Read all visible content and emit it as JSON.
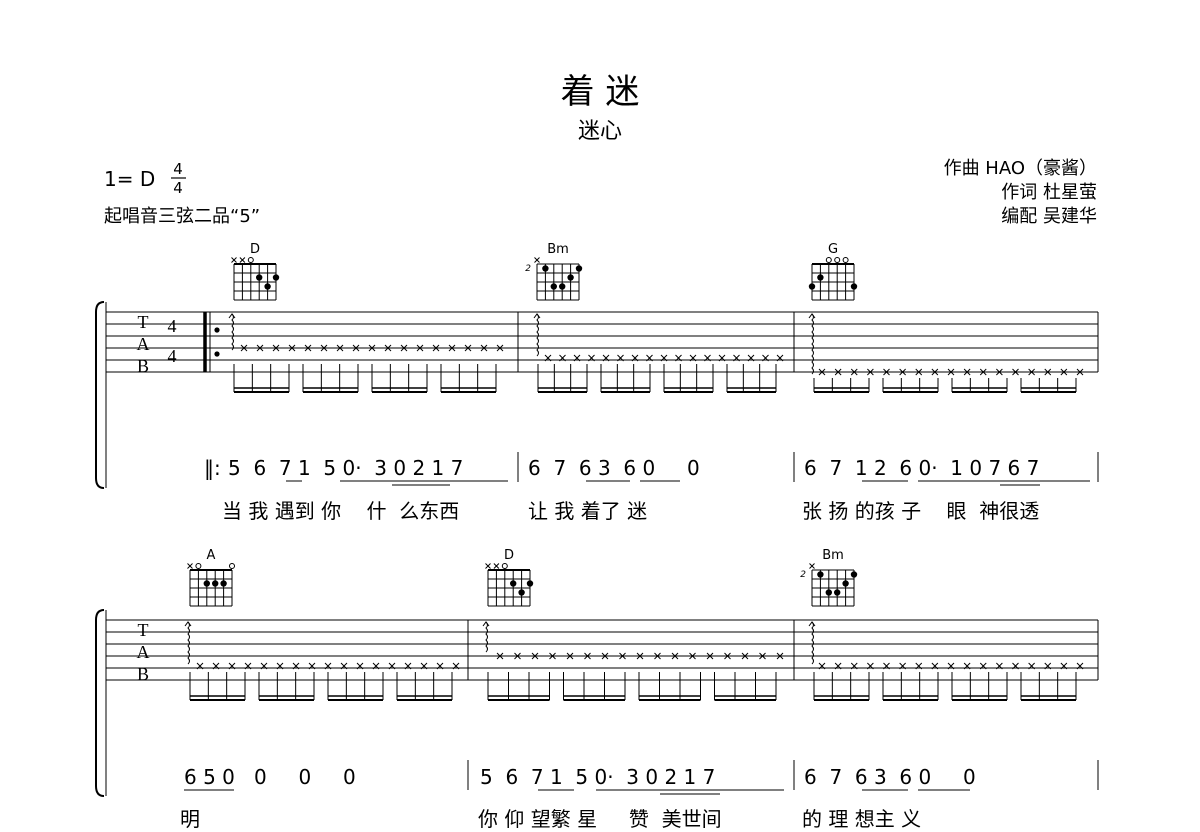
{
  "title": "着 迷",
  "artist": "迷心",
  "key": "1= D",
  "time_signature": {
    "top": "4",
    "bottom": "4"
  },
  "start_note": "起唱音三弦二品“5”",
  "credits": [
    "作曲 HAO（豪酱）",
    "作词 杜星萤",
    "编配 吴建华"
  ],
  "tab_letters": [
    "T",
    "A",
    "B"
  ],
  "chords": [
    {
      "name": "D",
      "fret_label": "",
      "top_marks": [
        "x",
        "x",
        "o",
        "",
        "",
        ""
      ],
      "dots": [
        [
          4,
          2
        ],
        [
          6,
          2
        ],
        [
          5,
          3
        ]
      ]
    },
    {
      "name": "Bm",
      "fret_label": "2",
      "top_marks": [
        "x",
        "",
        "",
        "",
        "",
        ""
      ],
      "dots": [
        [
          2,
          1
        ],
        [
          6,
          1
        ],
        [
          5,
          2
        ],
        [
          3,
          3
        ],
        [
          4,
          3
        ]
      ]
    },
    {
      "name": "G",
      "fret_label": "",
      "top_marks": [
        "",
        "",
        "o",
        "o",
        "o",
        ""
      ],
      "dots": [
        [
          2,
          2
        ],
        [
          1,
          3
        ],
        [
          6,
          3
        ]
      ]
    },
    {
      "name": "A",
      "fret_label": "",
      "top_marks": [
        "x",
        "o",
        "",
        "",
        "",
        "o"
      ],
      "dots": [
        [
          3,
          2
        ],
        [
          4,
          2
        ],
        [
          5,
          2
        ]
      ]
    },
    {
      "name": "D",
      "fret_label": "",
      "top_marks": [
        "x",
        "x",
        "o",
        "",
        "",
        ""
      ],
      "dots": [
        [
          4,
          2
        ],
        [
          6,
          2
        ],
        [
          5,
          3
        ]
      ]
    },
    {
      "name": "Bm",
      "fret_label": "2",
      "top_marks": [
        "x",
        "",
        "",
        "",
        "",
        ""
      ],
      "dots": [
        [
          2,
          1
        ],
        [
          6,
          1
        ],
        [
          5,
          2
        ],
        [
          3,
          3
        ],
        [
          4,
          3
        ]
      ]
    }
  ],
  "system1": {
    "repeat_sign": "‖:",
    "notation": [
      "5  6  7 1  5 0·  3 0 2 1 7",
      "6  7  6 3  6 0     0",
      "6  7  1 2  6 0·  1 0 7 6 7"
    ],
    "lyrics": [
      "当 我 遇到 你    什  么东西",
      "让 我 着了 迷",
      "张 扬 的孩 子    眼  神很透"
    ]
  },
  "system2": {
    "notation": [
      "6 5 0   0     0     0",
      "5  6  7 1  5 0·  3 0 2 1 7",
      "6  7  6 3  6 0     0"
    ],
    "lyrics": [
      "明",
      "你 仰 望繁 星     赞  美世间",
      "的 理 想主 义"
    ]
  }
}
